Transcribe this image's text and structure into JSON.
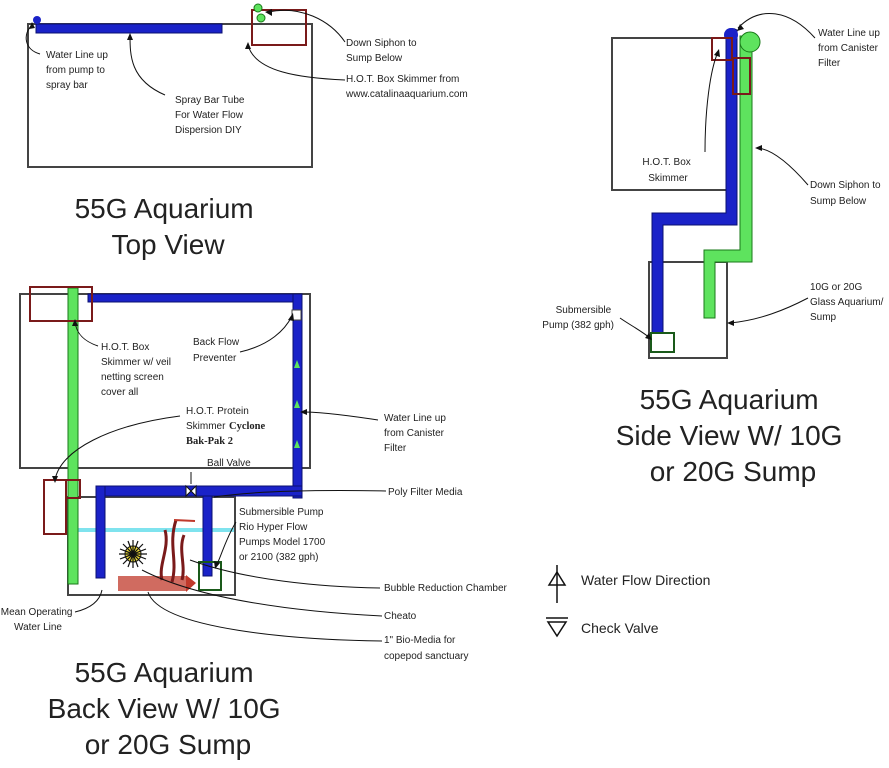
{
  "titles": {
    "top_view": [
      "55G Aquarium",
      "Top View"
    ],
    "side_view": [
      "55G Aquarium",
      "Side View W/ 10G",
      "or 20G Sump"
    ],
    "back_view": [
      "55G Aquarium",
      "Back View W/ 10G",
      "or 20G Sump"
    ]
  },
  "top_view_labels": {
    "water_line": [
      "Water Line up",
      "from pump to",
      "spray bar"
    ],
    "spray_bar": [
      "Spray Bar Tube",
      "For Water Flow",
      "Dispersion DIY"
    ],
    "down_siphon": [
      "Down Siphon to",
      "Sump Below"
    ],
    "hot_box": [
      "H.O.T. Box Skimmer from",
      "www.catalinaaquarium.com"
    ]
  },
  "side_view_labels": {
    "water_line": [
      "Water Line up",
      "from Canister",
      "Filter"
    ],
    "hot_box": [
      "H.O.T. Box",
      "Skimmer"
    ],
    "down_siphon": [
      "Down Siphon to",
      "Sump Below"
    ],
    "sump": [
      "10G  or 20G",
      "Glass Aquarium/",
      "Sump"
    ],
    "pump": [
      "Submersible",
      "Pump (382 gph)"
    ]
  },
  "back_view_labels": {
    "hot_box": [
      "H.O.T. Box",
      "Skimmer w/ veil",
      "netting screen",
      "cover all"
    ],
    "back_flow": [
      "Back Flow",
      "Preventer"
    ],
    "protein_skimmer": [
      "H.O.T. Protein",
      "Skimmer"
    ],
    "protein_skimmer_model": [
      "Cyclone",
      "Bak-Pak 2"
    ],
    "water_line": [
      "Water Line up",
      "from Canister",
      "Filter"
    ],
    "ball_valve": "Ball Valve",
    "poly_filter": "Poly Filter Media",
    "submersible": [
      "Submersible Pump",
      "Rio Hyper Flow",
      "Pumps Model 1700",
      "or 2100 (382 gph)"
    ],
    "bubble": "Bubble Reduction Chamber",
    "cheato": "Cheato",
    "bio_media": [
      "1\" Bio-Media for",
      "copepod sanctuary"
    ],
    "mean_line": [
      "Mean Operating",
      "Water Line"
    ]
  },
  "legend": {
    "flow": "Water Flow Direction",
    "check": "Check Valve"
  },
  "colors": {
    "blue_pipe": "#1a22c8",
    "green_pipe": "#5ee35e",
    "skimmer": "#7a1a1a",
    "water_line": "#7fe3ee",
    "cheato": "#c0392b"
  }
}
